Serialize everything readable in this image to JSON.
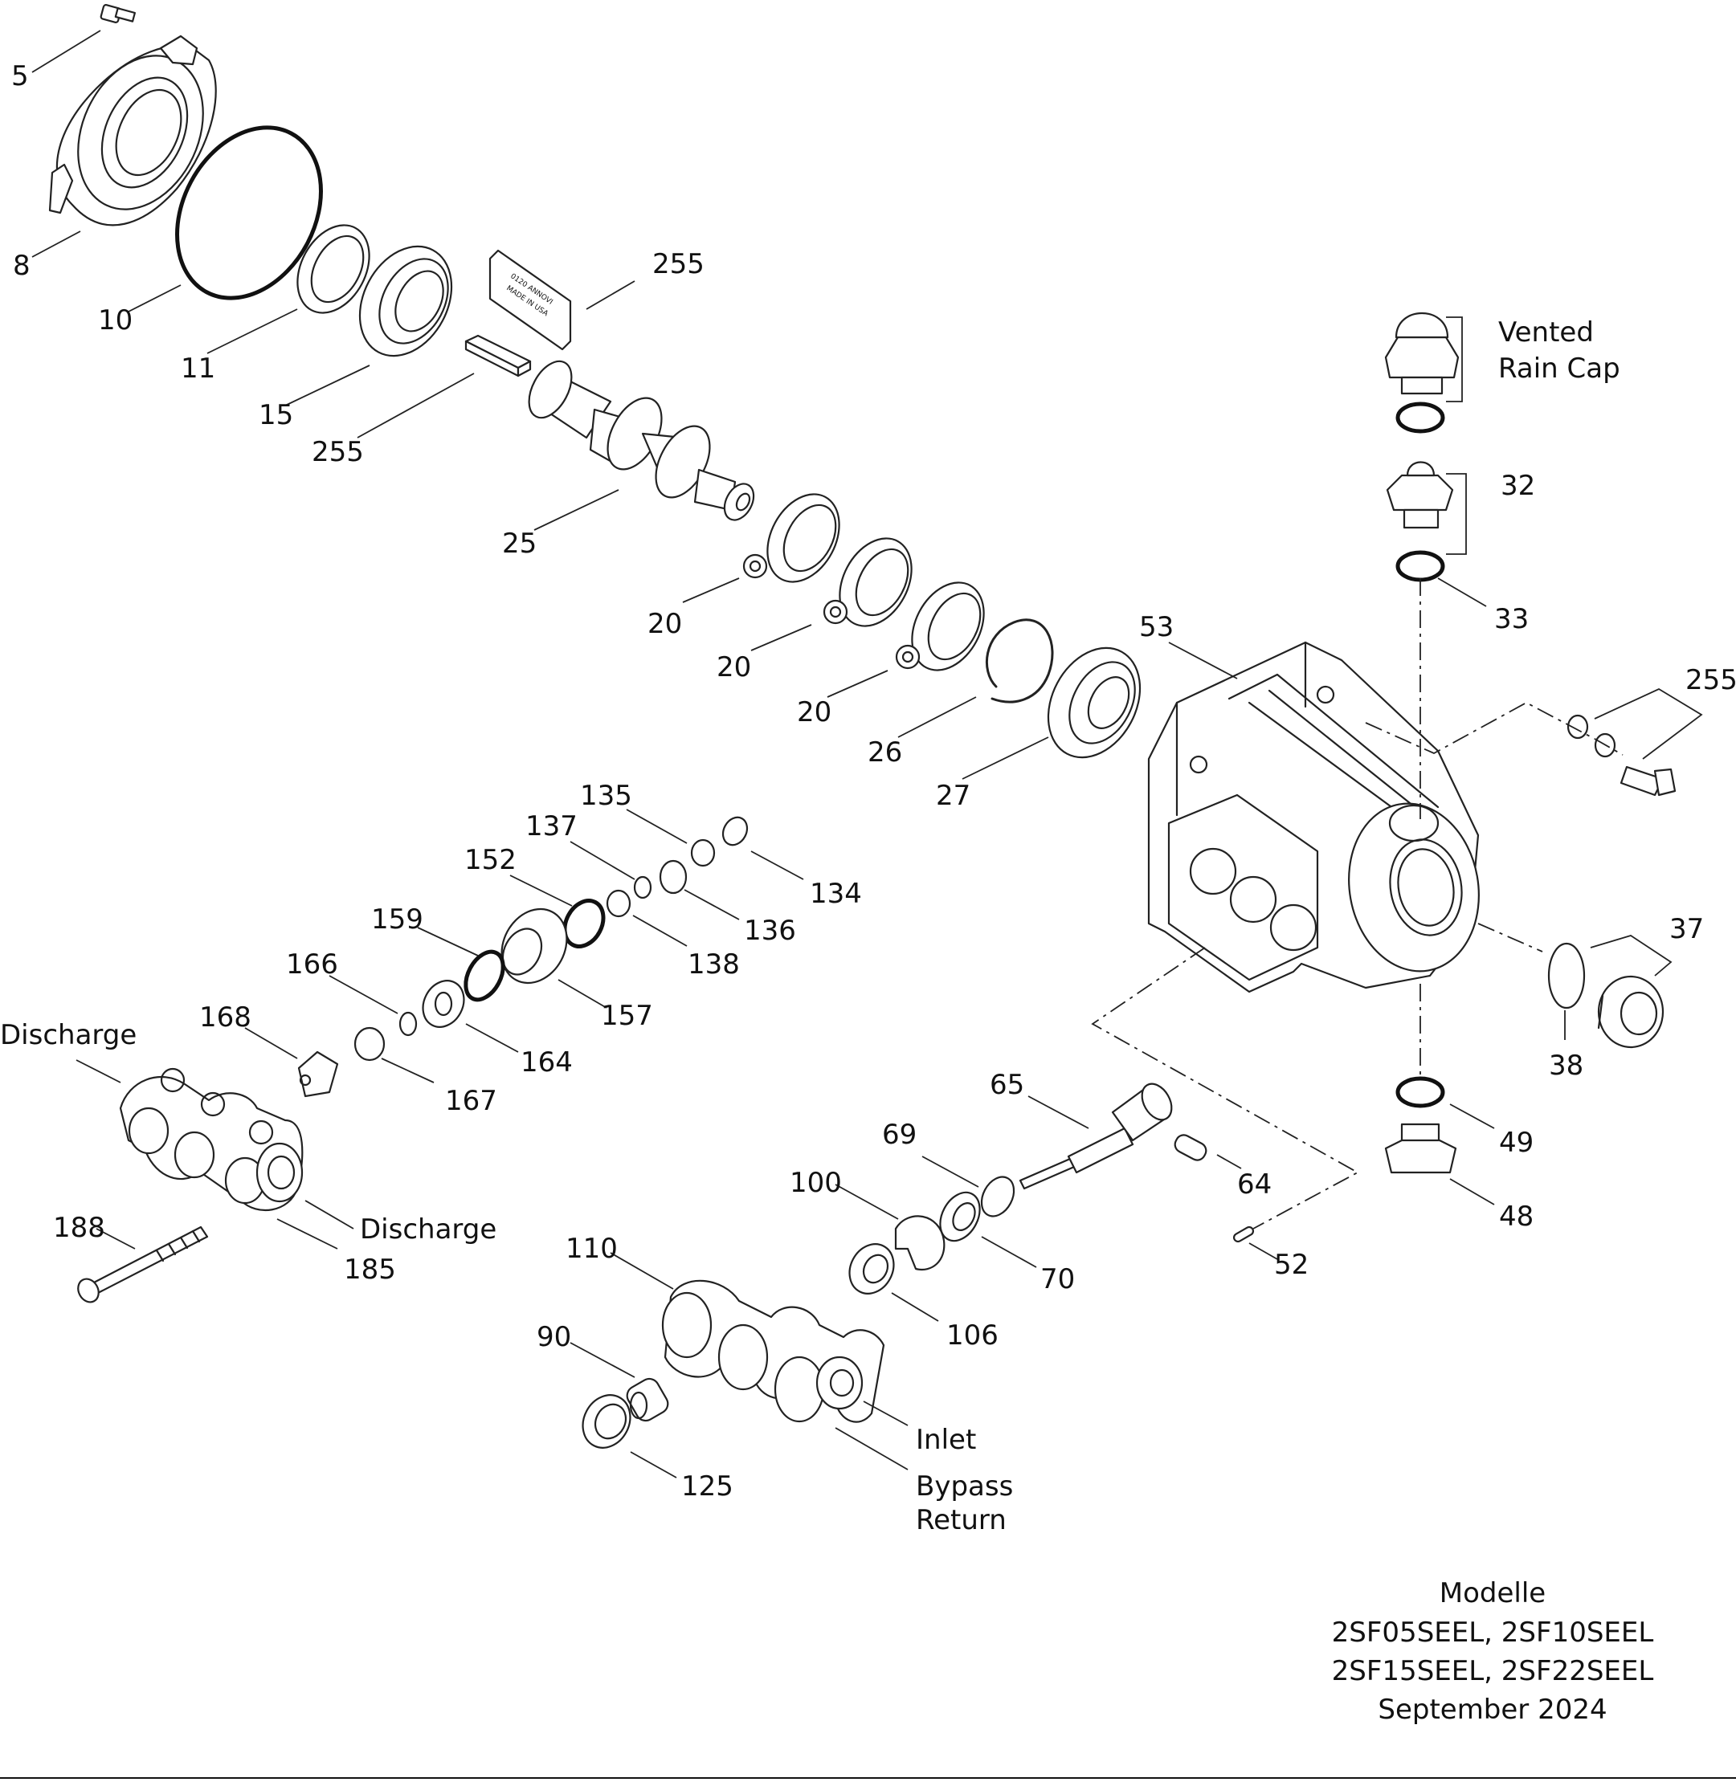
{
  "callouts": {
    "c5": "5",
    "c8": "8",
    "c10": "10",
    "c11": "11",
    "c15": "15",
    "c255a": "255",
    "c255b": "255",
    "c255c": "255",
    "c25": "25",
    "c20a": "20",
    "c20b": "20",
    "c20c": "20",
    "c26": "26",
    "c27": "27",
    "c53": "53",
    "c32": "32",
    "c33": "33",
    "c37": "37",
    "c38": "38",
    "c49": "49",
    "c48": "48",
    "c135": "135",
    "c137": "137",
    "c152": "152",
    "c159": "159",
    "c166": "166",
    "c168": "168",
    "c134": "134",
    "c136": "136",
    "c138": "138",
    "c157": "157",
    "c164": "164",
    "c167": "167",
    "c65": "65",
    "c69": "69",
    "c64": "64",
    "c100": "100",
    "c70": "70",
    "c52": "52",
    "c106": "106",
    "c110": "110",
    "c90": "90",
    "c125": "125",
    "c188": "188",
    "c185": "185"
  },
  "labels": {
    "vented_line1": "Vented",
    "vented_line2": "Rain Cap",
    "discharge_top": "Discharge",
    "discharge_bottom": "Discharge",
    "inlet": "Inlet",
    "bypass_line1": "Bypass",
    "bypass_line2": "Return"
  },
  "plate_text": {
    "line1": "0120 ANNOVI",
    "line2": "MADE IN USA"
  },
  "models": {
    "heading": "Modelle",
    "line1": "2SF05SEEL, 2SF10SEEL",
    "line2": "2SF15SEEL, 2SF22SEEL",
    "date": "September 2024"
  }
}
